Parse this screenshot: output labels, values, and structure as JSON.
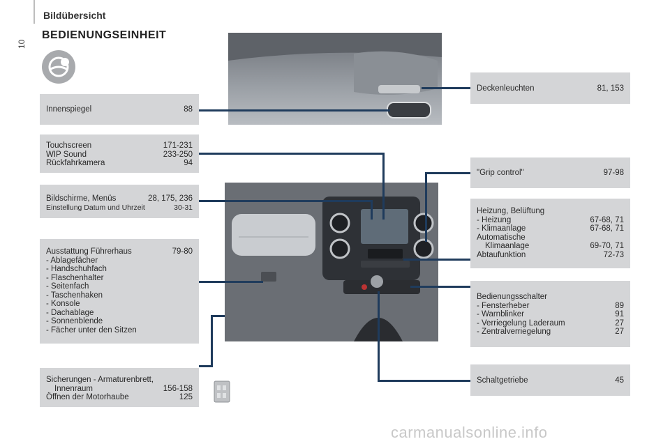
{
  "page_number": "10",
  "section": "Bildübersicht",
  "title": "BEDIENUNGSEINHEIT",
  "left_boxes": {
    "innenspiegel": {
      "label": "Innenspiegel",
      "page": "88"
    },
    "touchscreen": [
      {
        "label": "Touchscreen",
        "page": "171-231"
      },
      {
        "label": "WIP Sound",
        "page": "233-250"
      },
      {
        "label": "Rückfahrkamera",
        "page": "94"
      }
    ],
    "bildschirme": [
      {
        "label": "Bildschirme, Menüs",
        "page": "28, 175, 236"
      },
      {
        "label": "Einstellung Datum und Uhrzeit",
        "page": "30-31"
      }
    ],
    "ausstattung": {
      "label": "Ausstattung Führerhaus",
      "page": "79-80",
      "items": [
        "-  Ablagefächer",
        "-  Handschuhfach",
        "-  Flaschenhalter",
        "-  Seitenfach",
        "-  Taschenhaken",
        "-  Konsole",
        "-  Dachablage",
        "-  Sonnenblende",
        "-  Fächer unter den Sitzen"
      ]
    },
    "sicherungen": {
      "line1": "Sicherungen - Armaturenbrett,",
      "line2_label": "Innenraum",
      "line2_page": "156-158",
      "line3_label": "Öffnen der Motorhaube",
      "line3_page": "125"
    }
  },
  "right_boxes": {
    "deckenleuchten": {
      "label": "Deckenleuchten",
      "page": "81, 153"
    },
    "grip": {
      "label": "\"Grip control\"",
      "page": "97-98"
    },
    "heizung": {
      "title": "Heizung, Belüftung",
      "rows": [
        {
          "label": "-  Heizung",
          "page": "67-68, 71"
        },
        {
          "label": "-  Klimaanlage",
          "page": "67-68, 71"
        }
      ],
      "auto_label": "Automatische",
      "auto2_label": "Klimaanlage",
      "auto2_page": "69-70, 71",
      "abtau_label": "Abtaufunktion",
      "abtau_page": "72-73"
    },
    "bedienungsschalter": {
      "title": "Bedienungsschalter",
      "rows": [
        {
          "label": "-  Fensterheber",
          "page": "89"
        },
        {
          "label": "-  Warnblinker",
          "page": "91"
        },
        {
          "label": "-  Verriegelung Laderaum",
          "page": "27"
        },
        {
          "label": "-  Zentralverriegelung",
          "page": "27"
        }
      ]
    },
    "schaltgetriebe": {
      "label": "Schaltgetriebe",
      "page": "45"
    }
  },
  "watermark": "carmanualsonline.info",
  "colors": {
    "box": "#d4d5d7",
    "line": "#1f3b5c"
  }
}
